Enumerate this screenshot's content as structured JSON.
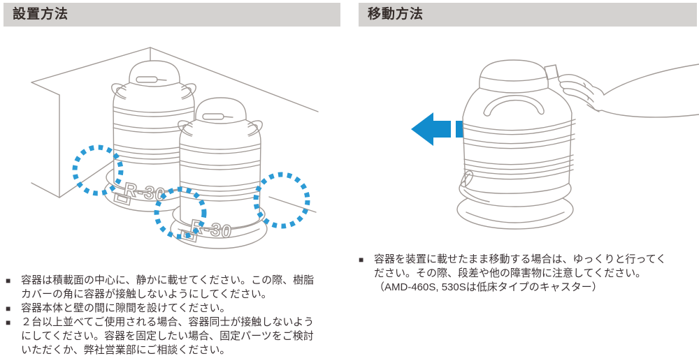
{
  "ui": {
    "bullet_marker": "■"
  },
  "colors": {
    "header_bg": "#d4d2d0",
    "header_text": "#362e2b",
    "body_text": "#3b3335",
    "line_art": "#a19a96",
    "arrow_blue": "#128ccd",
    "dotted_circle_blue": "#2d9bd5"
  },
  "labels": {
    "tank_model": "R-30"
  },
  "sections": [
    {
      "title": "設置方法",
      "bullets": [
        {
          "lines": [
            "容器は積載面の中心に、静かに載せてください。この際、樹脂",
            "カバーの角に容器が接触しないようにしてください。"
          ]
        },
        {
          "lines": [
            "容器本体と壁の間に隙間を設けてください。"
          ]
        },
        {
          "lines": [
            "２台以上並べてご使用される場合、容器同士が接触しないよう",
            "にしてください。容器を固定したい場合、固定パーツをご検討",
            "いただくか、弊社営業部にご相談ください。"
          ]
        }
      ]
    },
    {
      "title": "移動方法",
      "bullets": [
        {
          "lines": [
            "容器を装置に載せたまま移動する場合は、ゆっくりと行ってく",
            "ださい。その際、段差や他の障害物に注意してください。",
            "（AMD-460S, 530Sは低床タイプのキャスター）"
          ]
        }
      ]
    }
  ]
}
